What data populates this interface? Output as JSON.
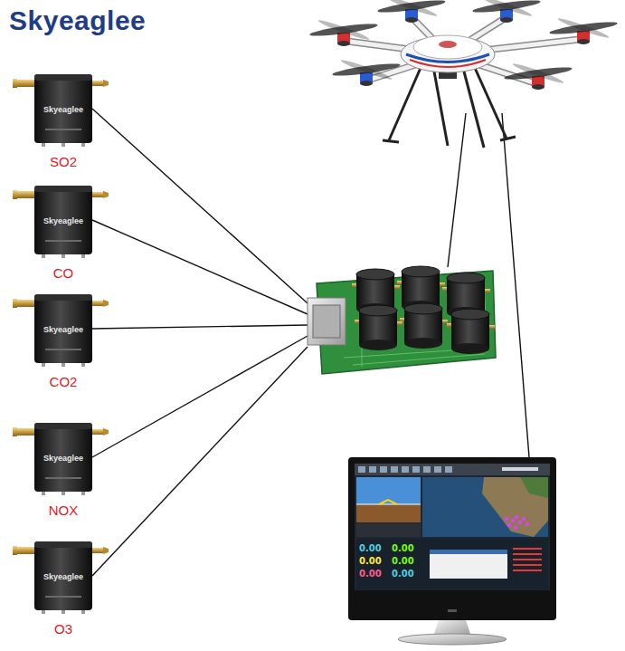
{
  "diagram": {
    "title": "Skyeaglee",
    "nodes": [
      {
        "text": [
          "Skyeaglee",
          "SO2"
        ]
      },
      {
        "text": [
          "Skyeaglee",
          "CO"
        ]
      },
      {
        "text": [
          "Skyeaglee",
          "CO2"
        ]
      },
      {
        "text": [
          "Skyeaglee",
          "NOX"
        ]
      },
      {
        "text": [
          "Skyeaglee",
          "O3"
        ]
      },
      {
        "text": []
      },
      {
        "text": []
      },
      {
        "text": [
          "0.00",
          "0.00",
          "0.00",
          "0.00",
          "0.00",
          "0.00"
        ]
      }
    ],
    "edges": [
      {
        "from": 0,
        "to": 5,
        "arrow": "none"
      },
      {
        "from": 1,
        "to": 5,
        "arrow": "none"
      },
      {
        "from": 2,
        "to": 5,
        "arrow": "none"
      },
      {
        "from": 3,
        "to": 5,
        "arrow": "none"
      },
      {
        "from": 4,
        "to": 5,
        "arrow": "none"
      },
      {
        "from": 5,
        "to": 6,
        "arrow": "none"
      },
      {
        "from": 6,
        "to": 7,
        "arrow": "none"
      }
    ]
  }
}
